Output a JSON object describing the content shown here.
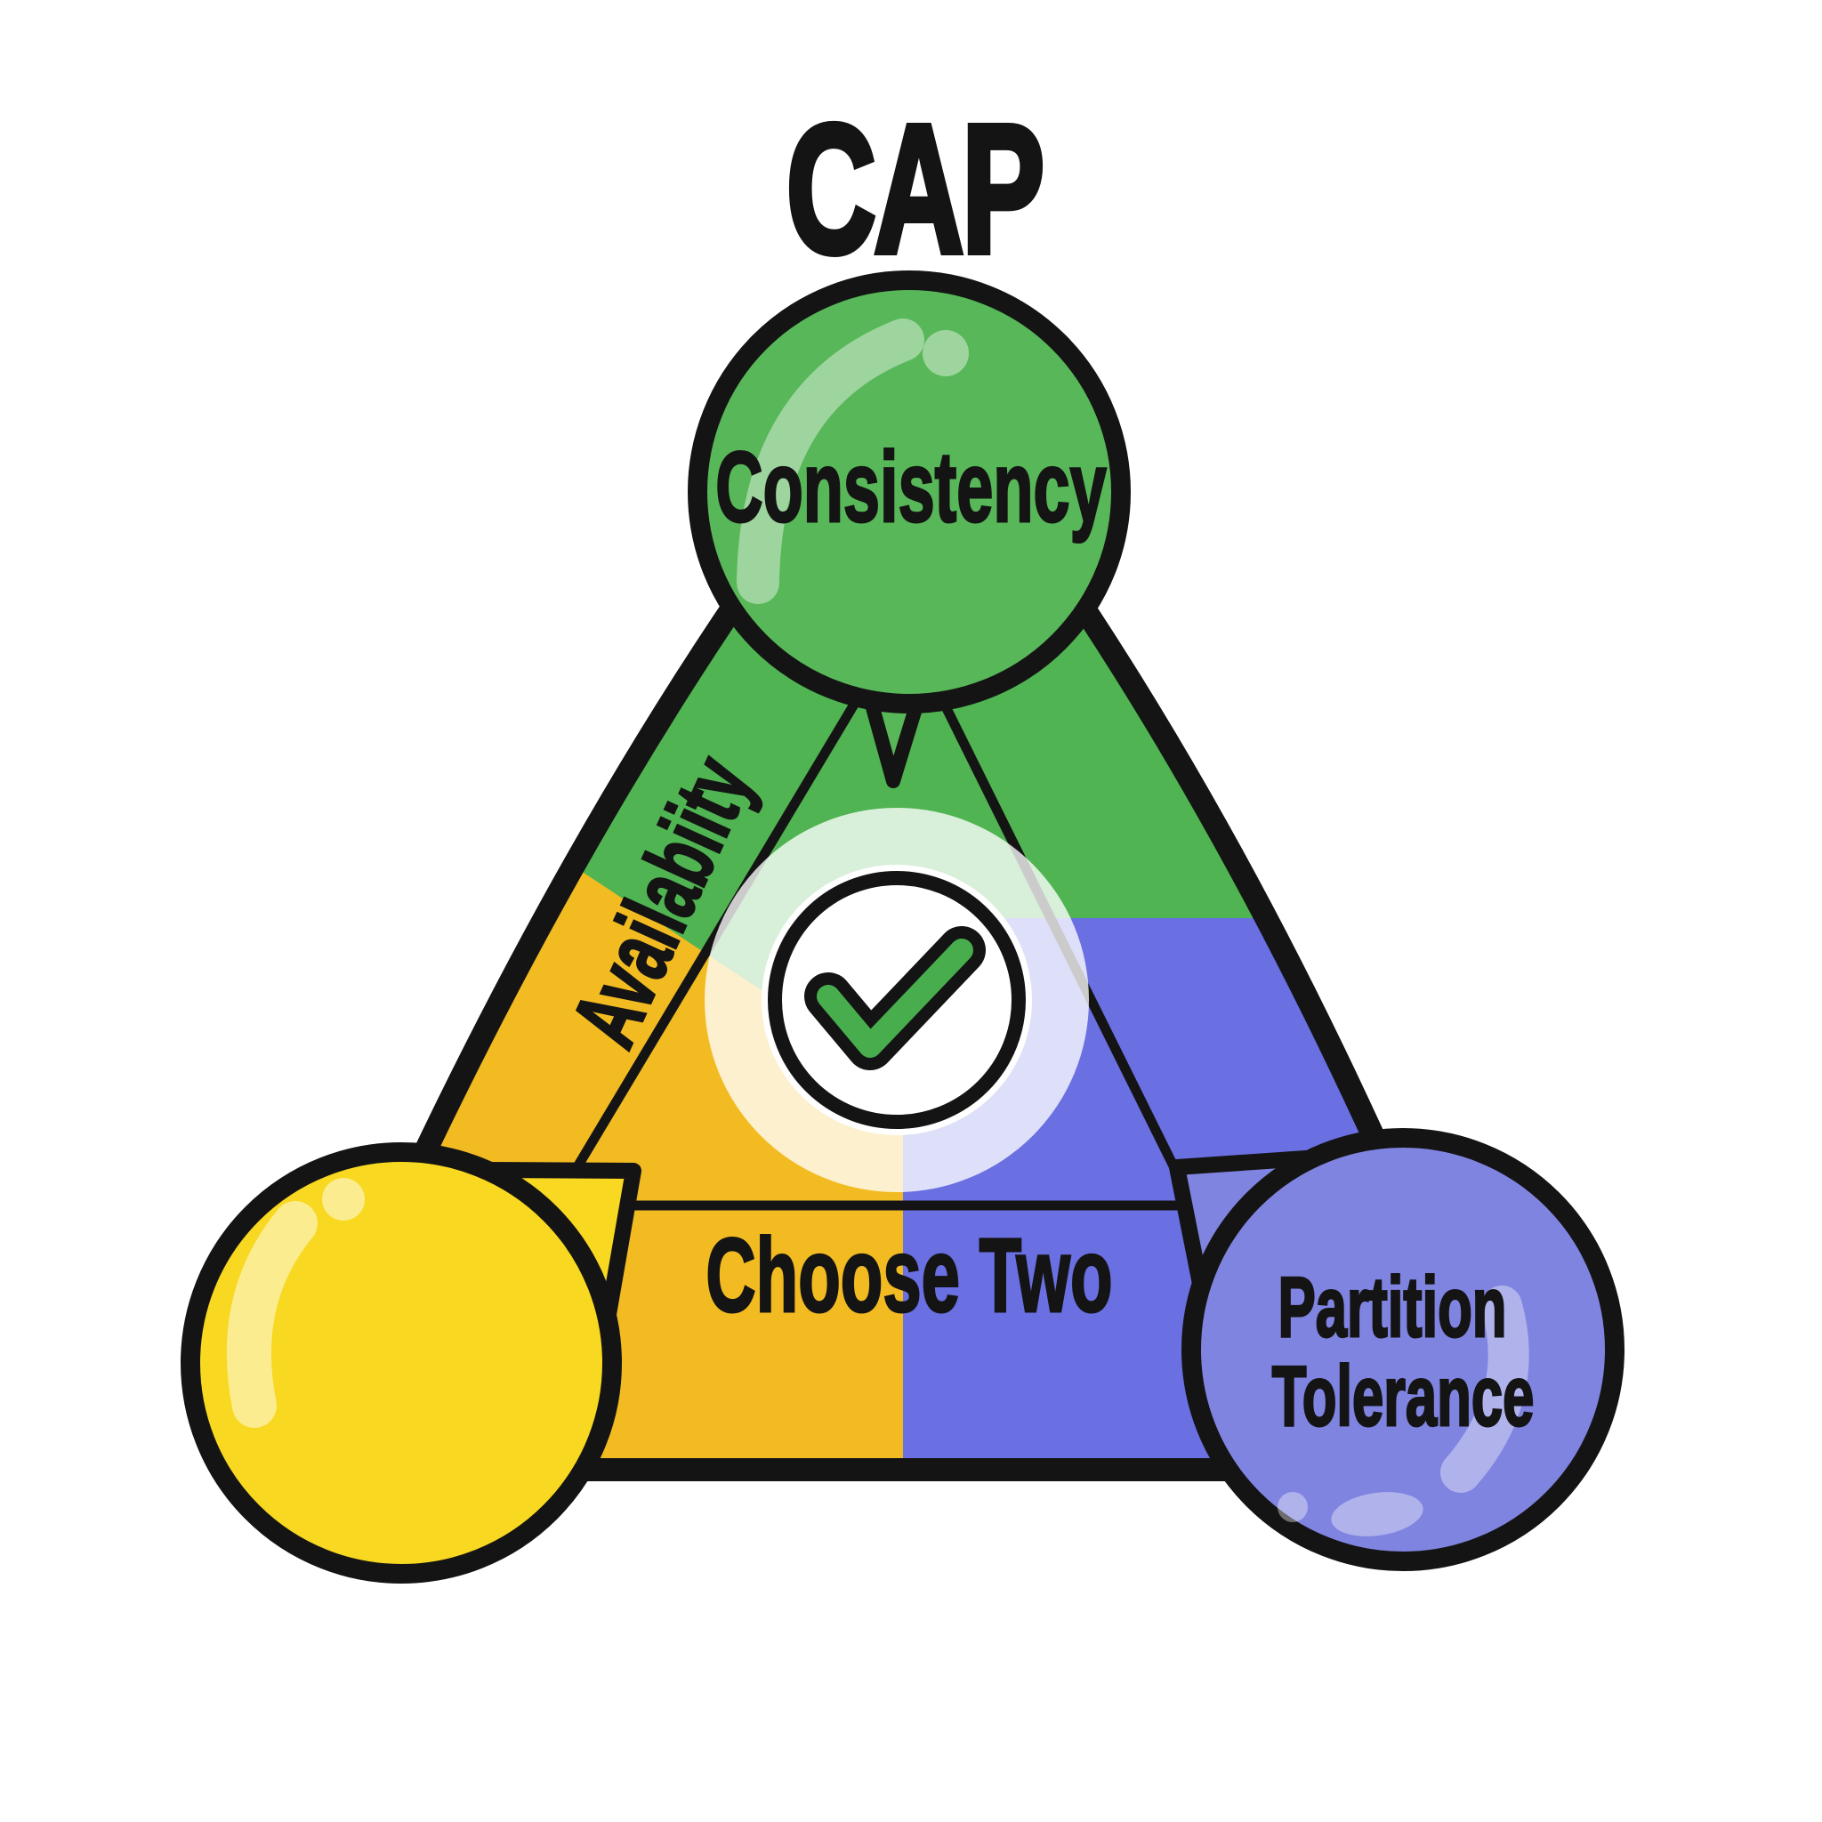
{
  "title": "CAP",
  "colors": {
    "background": "#ffffff",
    "outline": "#141414",
    "triangle_green": "#4fb451",
    "triangle_yellow": "#f2bb22",
    "triangle_purple": "#6a6fe2",
    "bubble_green": "#58b758",
    "bubble_yellow": "#f8d820",
    "bubble_purple": "#8084e1",
    "check_green": "#47ad4d",
    "badge_white": "#ffffff"
  },
  "bubbles": {
    "consistency": {
      "label": "Consistency"
    },
    "partition_tolerance": {
      "line1": "Partition",
      "line2": "Tolerance"
    }
  },
  "edge_labels": {
    "availability": "Availabiity",
    "bottom": "Choose Two"
  },
  "center_badge": {
    "icon": "check-icon"
  }
}
